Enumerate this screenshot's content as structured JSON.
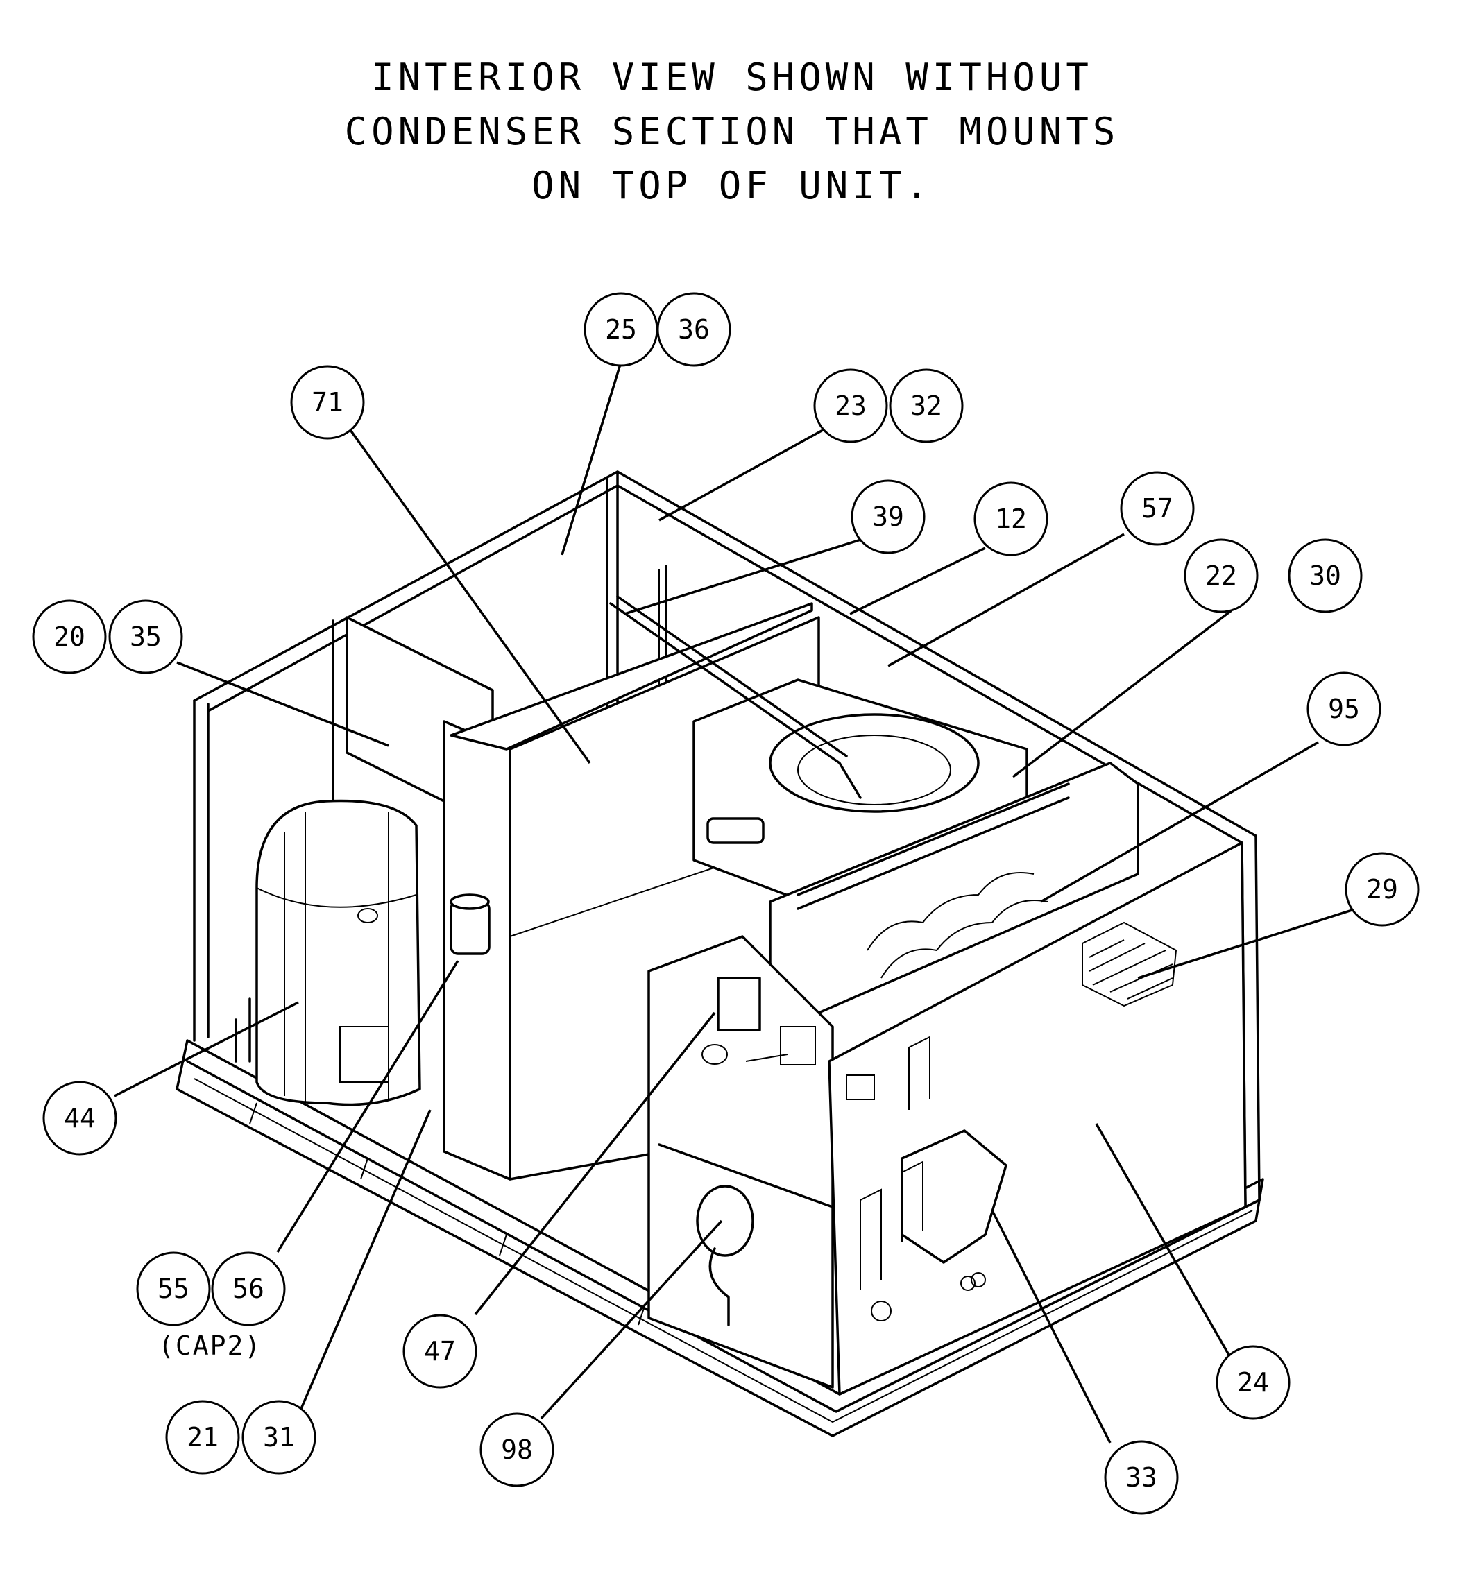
{
  "title": {
    "line1": "INTERIOR VIEW SHOWN WITHOUT",
    "line2": "CONDENSER SECTION THAT MOUNTS",
    "line3": "ON TOP OF UNIT."
  },
  "callouts": [
    "25",
    "36",
    "71",
    "23",
    "32",
    "39",
    "12",
    "57",
    "22",
    "30",
    "20",
    "35",
    "95",
    "29",
    "44",
    "55",
    "56",
    "47",
    "24",
    "21",
    "31",
    "98",
    "33"
  ],
  "cap_note": "(CAP2)"
}
